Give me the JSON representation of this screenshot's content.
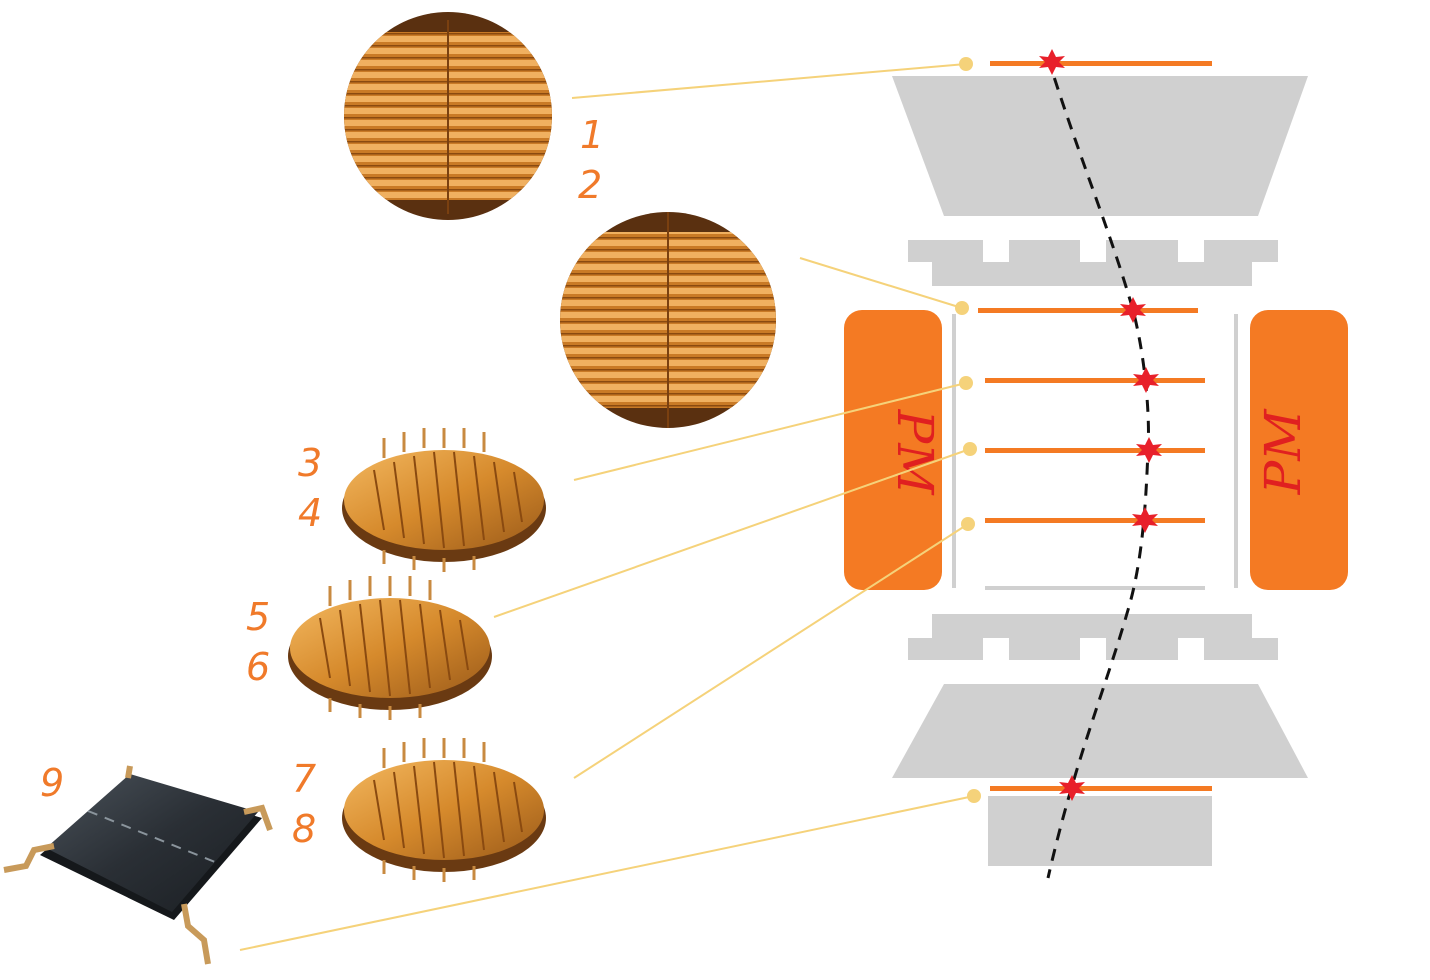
{
  "labels": {
    "n1": "1",
    "n2": "2",
    "n3": "3",
    "n4": "4",
    "n5": "5",
    "n6": "6",
    "n7": "7",
    "n8": "8",
    "n9": "9"
  },
  "magnets": {
    "left": "PM",
    "right": "PM"
  },
  "colors": {
    "accent": "#f47a23",
    "magnet": "#f47a23",
    "structure_gray": "#d0d0d0",
    "leader_line": "#f5d27a",
    "hit_marker": "#e8202a",
    "track": "#111111",
    "label_text": "#f07a2a",
    "magnet_text": "#e02020"
  },
  "icons": {
    "disk_detector": "circular-microstrip-detector-photo",
    "tilted_detector": "tilted-ladder-detector-module",
    "scintillator": "flat-scintillator-panel-with-connectors",
    "hit": "star-burst-hit-marker"
  }
}
